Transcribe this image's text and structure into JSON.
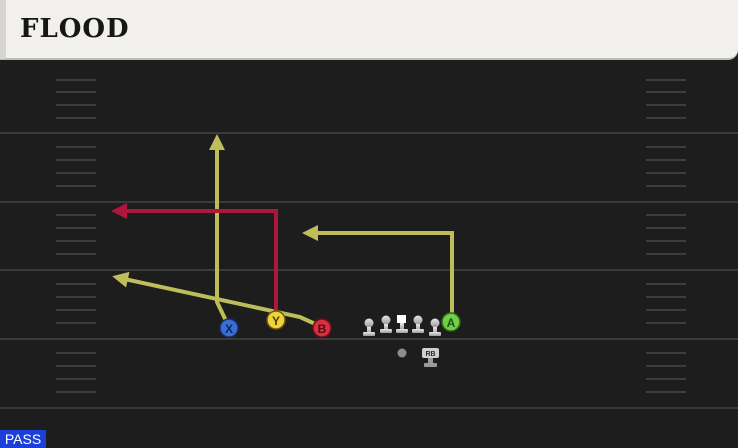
{
  "play": {
    "name": "FLOOD",
    "type_label": "PASS"
  },
  "colors": {
    "route_default": "#bfbd5a",
    "route_primary": "#b0153c",
    "receiver_x": "#3a6fd6",
    "receiver_y": "#f0d23a",
    "receiver_b": "#d8303f",
    "receiver_a": "#6fcf46"
  },
  "receivers": {
    "x": {
      "label": "X",
      "icon": "x-button-icon"
    },
    "y": {
      "label": "Y",
      "icon": "y-button-icon"
    },
    "b": {
      "label": "B",
      "icon": "b-button-icon"
    },
    "a": {
      "label": "A",
      "icon": "a-button-icon"
    }
  },
  "backfield": {
    "rb_label": "RB"
  }
}
